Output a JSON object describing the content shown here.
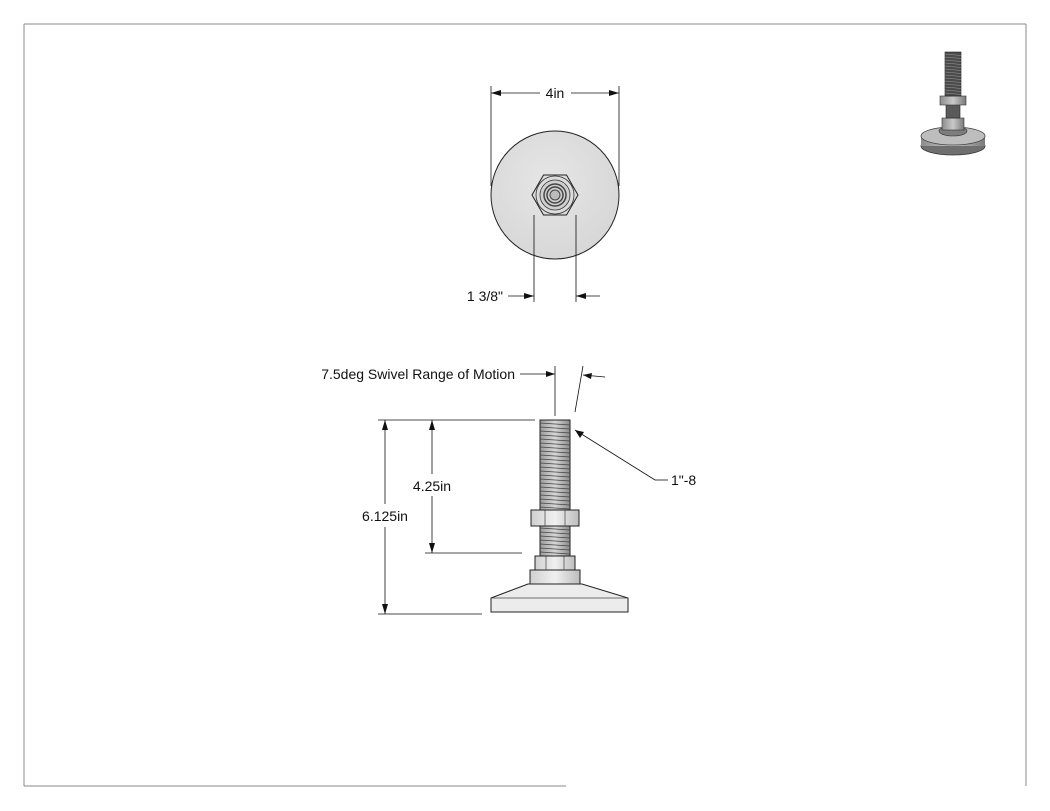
{
  "drawing": {
    "title_block": {},
    "top_view": {
      "diameter_label": "4in",
      "hex_label": "1 3/8\""
    },
    "side_view": {
      "swivel_label": "7.5deg Swivel Range of Motion",
      "thread_label": "1\"-8",
      "thread_length_label": "4.25in",
      "overall_height_label": "6.125in"
    },
    "iso_view": {
      "icon": "leveling-foot-isometric"
    }
  }
}
